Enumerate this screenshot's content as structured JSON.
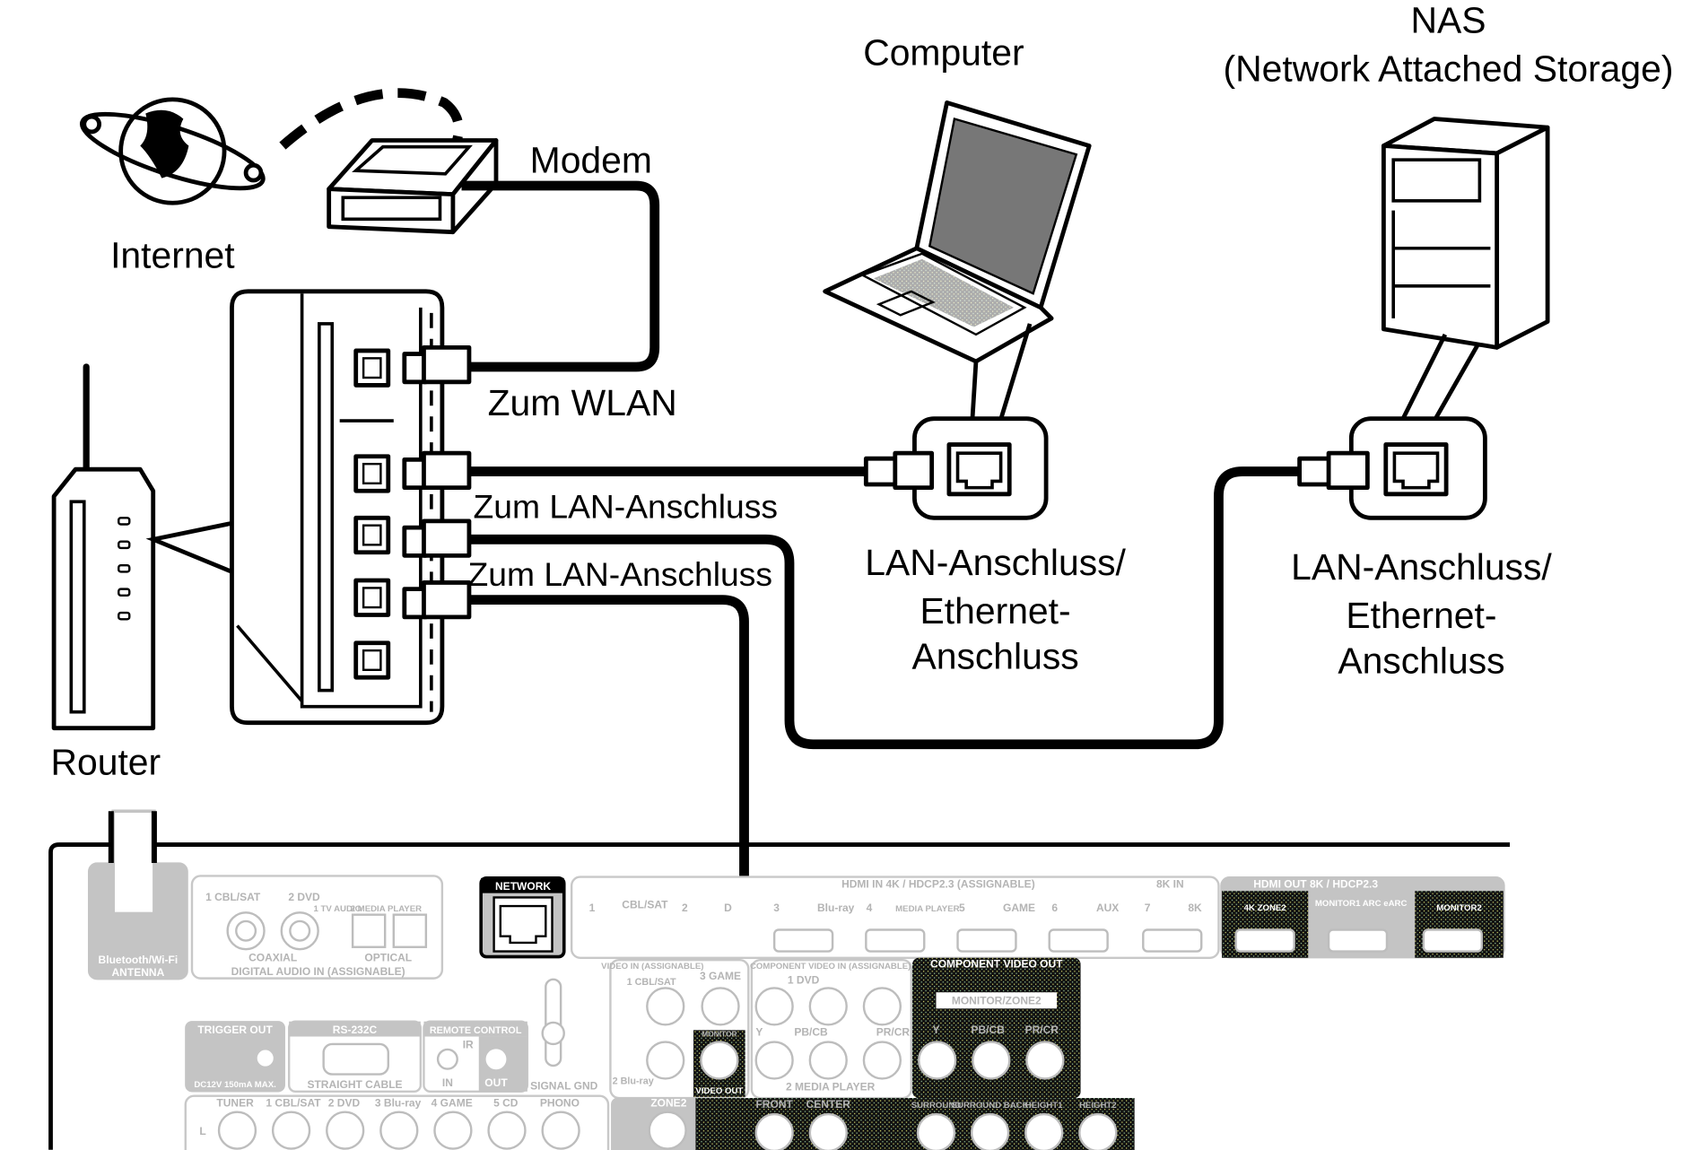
{
  "labels": {
    "internet": "Internet",
    "modem": "Modem",
    "router": "Router",
    "computer": "Computer",
    "nas_title": "NAS",
    "nas_subtitle": "(Network Attached Storage)",
    "zum_wlan": "Zum WLAN",
    "zum_lan_1": "Zum LAN-Anschluss",
    "zum_lan_2": "Zum LAN-Anschluss",
    "computer_port": [
      "LAN-Anschluss/",
      "Ethernet-",
      "Anschluss"
    ],
    "nas_port": [
      "LAN-Anschluss/",
      "Ethernet-",
      "Anschluss"
    ]
  },
  "receiver": {
    "network": "NETWORK",
    "antenna": [
      "Bluetooth/Wi-Fi",
      "ANTENNA"
    ],
    "digital_audio": {
      "inputs": [
        "1 CBL/SAT",
        "2 DVD",
        "1 TV AUDIO",
        "2 MEDIA PLAYER"
      ],
      "coaxial": "COAXIAL",
      "optical": "OPTICAL",
      "title": "DIGITAL AUDIO IN (ASSIGNABLE)"
    },
    "hdmi_in": {
      "title": "HDMI IN   4K / HDCP2.3   (ASSIGNABLE)",
      "title_8k": "8K IN",
      "ports": [
        "1",
        "CBL/SAT",
        "2",
        "D",
        "3",
        "Blu-ray",
        "4",
        "MEDIA PLAYER",
        "5",
        "GAME",
        "6",
        "AUX",
        "7",
        "8K"
      ]
    },
    "hdmi_out": {
      "title": "HDMI OUT 8K / HDCP2.3",
      "ports": [
        "4K ZONE2",
        "MONITOR1 ARC eARC",
        "MONITOR2"
      ]
    },
    "video_in": [
      "VIDEO IN (ASSIGNABLE)",
      "3 GAME",
      "1 CBL/SAT",
      "2 Blu-ray",
      "MONITOR",
      "VIDEO OUT"
    ],
    "component_in": [
      "COMPONENT VIDEO IN (ASSIGNABLE)",
      "1 DVD",
      "Y",
      "PB/CB",
      "PR/CR",
      "2 MEDIA PLAYER"
    ],
    "component_out": [
      "COMPONENT VIDEO OUT",
      "MONITOR/ZONE2",
      "Y",
      "PB/CB",
      "PR/CR"
    ],
    "trigger": [
      "TRIGGER OUT",
      "DC12V 150mA MAX."
    ],
    "rs232c": [
      "RS-232C",
      "STRAIGHT CABLE"
    ],
    "remote": [
      "REMOTE CONTROL",
      "IR",
      "IN",
      "OUT"
    ],
    "signal_gnd": "SIGNAL GND",
    "audio_in": [
      "TUNER",
      "1 CBL/SAT",
      "2 DVD",
      "3 Blu-ray",
      "4 GAME",
      "5 CD",
      "PHONO",
      "ZONE2",
      "L"
    ],
    "pre_out": [
      "FRONT",
      "CENTER",
      "SURROUND",
      "SURROUND BACK",
      "HEIGHT1",
      "HEIGHT2"
    ]
  },
  "colors": {
    "line": "#000000",
    "receiver_gray": "#c4c4c4",
    "background": "#ffffff"
  }
}
